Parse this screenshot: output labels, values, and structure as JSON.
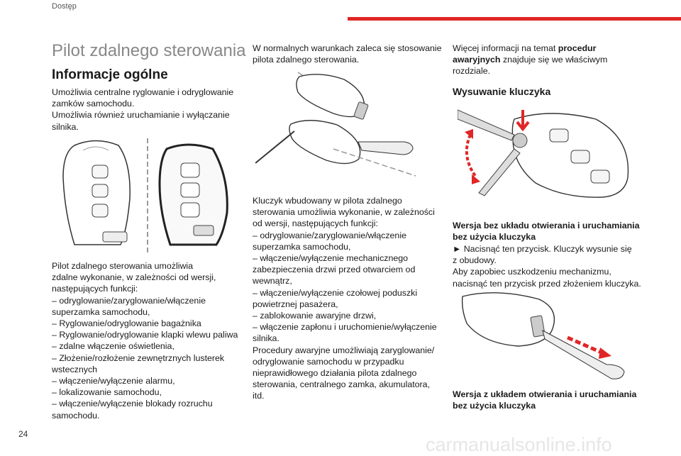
{
  "header": {
    "section": "Dostęp",
    "page_number": "24",
    "accent": "#e02626"
  },
  "title": "Pilot zdalnego sterowania",
  "heading": "Informacje ogólne",
  "col1": {
    "intro": [
      "Umożliwia centralne ryglowanie i odryglowanie",
      "zamków samochodu.",
      "Umożliwia również uruchamianie i wyłączanie",
      "silnika."
    ],
    "functions": [
      "Pilot zdalnego sterowania umożliwia",
      "zdalne wykonanie, w zależności od wersji,",
      "następujących funkcji:",
      "–  odryglowanie/zaryglowanie/włączenie",
      "superzamka samochodu,",
      "–  Ryglowanie/odryglowanie bagażnika",
      "–  Ryglowanie/odryglowanie klapki wlewu paliwa",
      "–  zdalne włączenie oświetlenia,",
      "–  Złożenie/rozłożenie zewnętrznych lusterek",
      "wstecznych",
      "–  włączenie/wyłączenie alarmu,",
      "–  lokalizowanie samochodu,",
      "–  włączenie/wyłączenie blokady rozruchu",
      "samochodu."
    ]
  },
  "col2": {
    "intro": [
      "W normalnych warunkach zaleca się stosowanie",
      "pilota zdalnego sterowania."
    ],
    "body": [
      "Kluczyk wbudowany w pilota zdalnego",
      "sterowania umożliwia wykonanie, w zależności",
      "od wersji, następujących funkcji:",
      "–  odryglowanie/zaryglowanie/włączenie",
      "superzamka samochodu,",
      "–  włączenie/wyłączenie mechanicznego",
      "zabezpieczenia drzwi przed otwarciem od",
      "wewnątrz,",
      "–  włączenie/wyłączenie czołowej poduszki",
      "powietrznej pasażera,",
      "–  zablokowanie awaryjne drzwi,",
      "–  włączenie zapłonu i uruchomienie/wyłączenie",
      "silnika.",
      "Procedury awaryjne umożliwiają zaryglowanie/",
      "odryglowanie samochodu w przypadku",
      "nieprawidłowego działania pilota zdalnego",
      "sterowania, centralnego zamka, akumulatora,",
      "itd."
    ]
  },
  "col3": {
    "more_prefix": "Więcej informacji na temat ",
    "more_bold_1": "procedur",
    "more_bold_2": "awaryjnych",
    "more_suffix": " znajduje się we właściwym",
    "more_last": "rozdziale.",
    "heading": "Wysuwanie kluczyka",
    "version1_title": [
      "Wersja bez układu otwierania i uruchamiania",
      "bez użycia kluczyka"
    ],
    "version1_body": [
      "►  Nacisnąć ten przycisk. Kluczyk wysunie się",
      "z obudowy.",
      "Aby zapobiec uszkodzeniu mechanizmu,",
      "nacisnąć ten przycisk przed złożeniem kluczyka."
    ],
    "version2_title": [
      "Wersja z układem otwierania i uruchamiania",
      "bez użycia kluczyka"
    ]
  },
  "watermark": "carmanualsonline.info"
}
